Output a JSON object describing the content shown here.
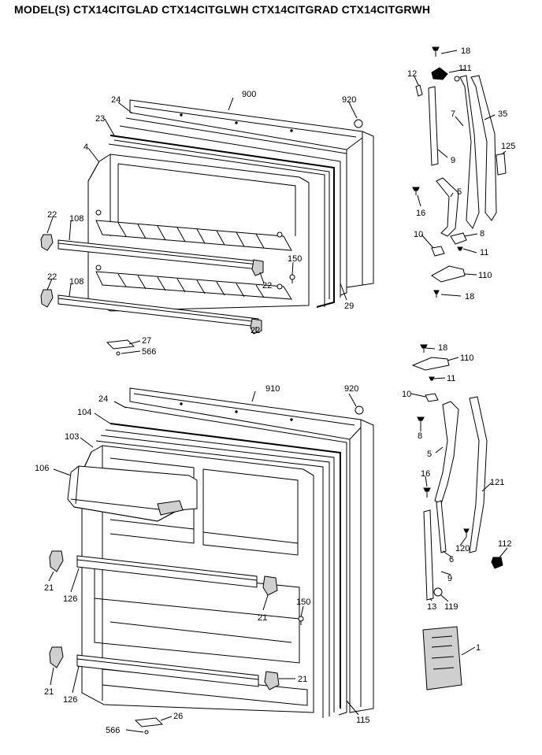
{
  "title": "MODEL(S) CTX14CITGLAD  CTX14CITGLWH  CTX14CITGRAD  CTX14CITGRWH",
  "labels": {
    "top_door": {
      "l900": "900",
      "l24": "24",
      "l920": "920",
      "l23": "23",
      "l4": "4",
      "l22a": "22",
      "l108a": "108",
      "l22b": "22",
      "l108b": "108",
      "l150": "150",
      "l22c": "22",
      "l22d": "22",
      "l29": "29",
      "l27": "27",
      "l566": "566"
    },
    "top_hinge": {
      "l18a": "18",
      "l111": "111",
      "l12": "12",
      "l7": "7",
      "l35": "35",
      "l125": "125",
      "l9": "9",
      "l5": "5",
      "l16": "16",
      "l10": "10",
      "l8": "8",
      "l11": "11",
      "l110": "110",
      "l18b": "18"
    },
    "bottom_door": {
      "l910": "910",
      "l920": "920",
      "l24": "24",
      "l104": "104",
      "l103": "103",
      "l106": "106",
      "l21a": "21",
      "l126a": "126",
      "l21b": "21",
      "l150": "150",
      "l21c": "21",
      "l126b": "126",
      "l21d": "21",
      "l115": "115",
      "l26": "26",
      "l566": "566"
    },
    "bottom_hinge": {
      "l18": "18",
      "l110": "110",
      "l11": "11",
      "l10": "10",
      "l8": "8",
      "l5": "5",
      "l121": "121",
      "l16": "16",
      "l120": "120",
      "l112": "112",
      "l6": "6",
      "l9": "9",
      "l13": "13",
      "l119": "119",
      "l1": "1"
    }
  }
}
